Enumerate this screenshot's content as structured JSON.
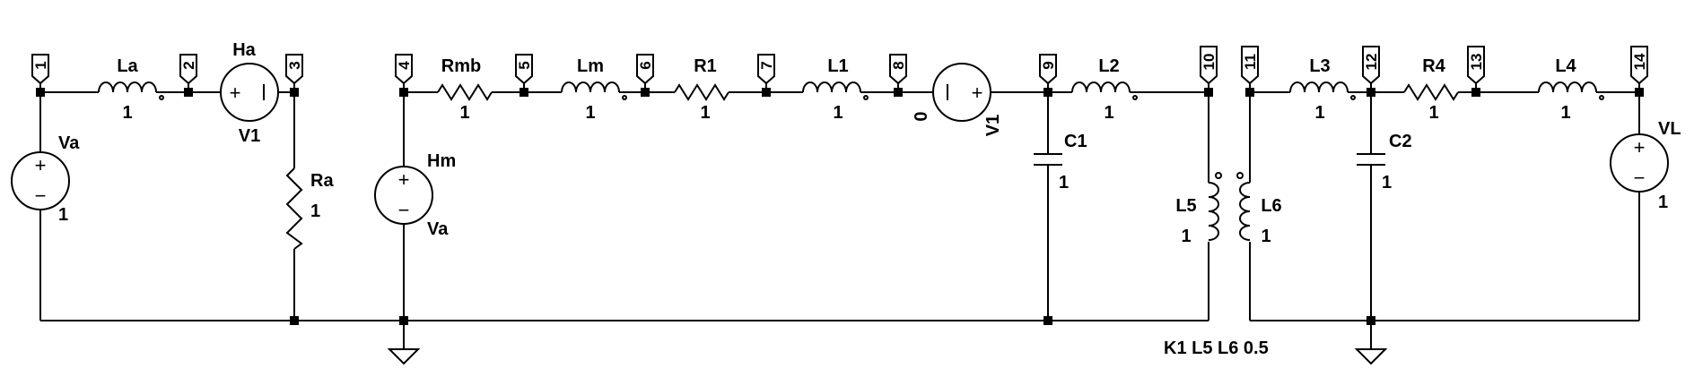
{
  "nodes": [
    "1",
    "2",
    "3",
    "4",
    "5",
    "6",
    "7",
    "8",
    "9",
    "10",
    "11",
    "12",
    "13",
    "14"
  ],
  "components": {
    "La": {
      "name": "La",
      "value": "1"
    },
    "Ha": {
      "name": "Ha",
      "value": "V1"
    },
    "Ra": {
      "name": "Ra",
      "value": "1"
    },
    "Va": {
      "name": "Va",
      "value": "1"
    },
    "Rmb": {
      "name": "Rmb",
      "value": "1"
    },
    "Lm": {
      "name": "Lm",
      "value": "1"
    },
    "R1": {
      "name": "R1",
      "value": "1"
    },
    "L1": {
      "name": "L1",
      "value": "1"
    },
    "V1": {
      "name": "V1",
      "value": "0"
    },
    "Hm": {
      "name": "Hm",
      "value": "Va"
    },
    "L2": {
      "name": "L2",
      "value": "1"
    },
    "C1": {
      "name": "C1",
      "value": "1"
    },
    "L5": {
      "name": "L5",
      "value": "1"
    },
    "L6": {
      "name": "L6",
      "value": "1"
    },
    "L3": {
      "name": "L3",
      "value": "1"
    },
    "C2": {
      "name": "C2",
      "value": "1"
    },
    "R4": {
      "name": "R4",
      "value": "1"
    },
    "L4": {
      "name": "L4",
      "value": "1"
    },
    "VL": {
      "name": "VL",
      "value": "1"
    }
  },
  "directive": "K1 L5 L6 0.5"
}
